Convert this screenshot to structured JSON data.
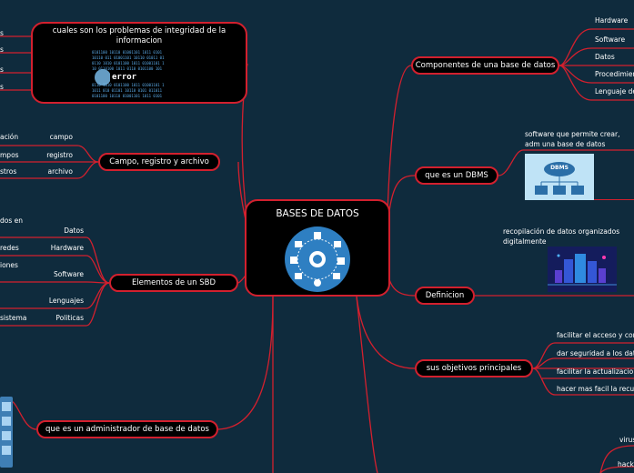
{
  "root": {
    "title": "BASES DE DATOS"
  },
  "problems": {
    "title": "cuales son los problemas de integridad de la informacion",
    "image_word": "error",
    "side_items": [
      "s",
      "s",
      "s",
      "s"
    ]
  },
  "campo": {
    "label": "Campo, registro y archivo",
    "right": [
      "campo",
      "registro",
      "archivo"
    ],
    "left": [
      "ación",
      "mpos",
      "stros"
    ]
  },
  "sbd": {
    "label": "Elementos de un SBD",
    "right": [
      "Datos",
      "Hardware",
      "Software",
      "Lenguajes",
      "Politicas"
    ],
    "left": [
      "dos en",
      "redes",
      "iones",
      "sistema"
    ]
  },
  "admin": {
    "label": "que es un administrador de base de datos"
  },
  "componentes": {
    "label": "Componentes de una base de datos",
    "items": [
      "Hardware",
      "Software",
      "Datos",
      "Procedimien",
      "Lenguaje de"
    ]
  },
  "dbms": {
    "label": "que es un DBMS",
    "text": "software que permite crear, adm una base de datos",
    "image_label": "DBMS"
  },
  "definicion": {
    "label": "Definicion",
    "text": "recopilación de datos organizados digitalmente"
  },
  "objetivos": {
    "label": "sus objetivos principales",
    "items": [
      "facilitar el acceso y con",
      "dar seguridad a los dat",
      "facilitar la actualizacio",
      "hacer mas facil la recup"
    ]
  },
  "bottom_right": {
    "items": [
      "virus",
      "hack"
    ]
  },
  "colors": {
    "background": "#0f2b3d",
    "line": "#d3202e",
    "node": "#000000",
    "text": "#ffffff"
  }
}
